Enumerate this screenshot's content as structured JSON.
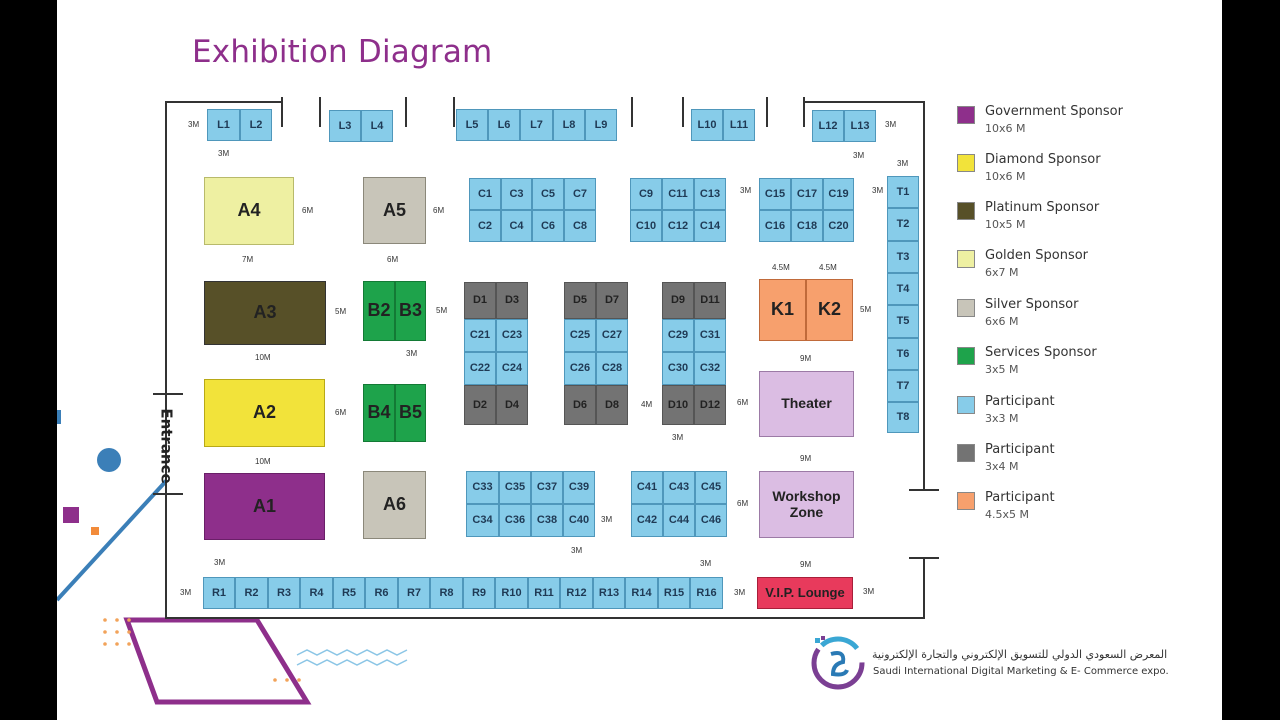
{
  "title": "Exhibition Diagram",
  "entrance": "Entrance",
  "colors": {
    "participant3x3": "#87cce9",
    "participant3x4": "#737373",
    "participant45": "#f7a06d",
    "government": "#8e2f8b",
    "diamond": "#f2e33a",
    "platinum": "#575028",
    "golden": "#eef0a2",
    "silver": "#c8c5b9",
    "services": "#1ea34b",
    "theater": "#dbbde3",
    "vip": "#e83a5c"
  },
  "booths": {
    "L": [
      "L1",
      "L2",
      "L3",
      "L4",
      "L5",
      "L6",
      "L7",
      "L8",
      "L9",
      "L10",
      "L11",
      "L12",
      "L13"
    ],
    "C_top": [
      "C1",
      "C3",
      "C5",
      "C7",
      "C2",
      "C4",
      "C6",
      "C8",
      "C9",
      "C11",
      "C13",
      "C10",
      "C12",
      "C14",
      "C15",
      "C17",
      "C19",
      "C16",
      "C18",
      "C20"
    ],
    "T": [
      "T1",
      "T2",
      "T3",
      "T4",
      "T5",
      "T6",
      "T7",
      "T8"
    ],
    "sponsors": {
      "A4": "A4",
      "A5": "A5",
      "A3": "A3",
      "A2": "A2",
      "A1": "A1",
      "A6": "A6",
      "B2": "B2",
      "B3": "B3",
      "B4": "B4",
      "B5": "B5"
    },
    "middle_col1": [
      "D1",
      "D3",
      "C21",
      "C23",
      "C22",
      "C24",
      "D2",
      "D4"
    ],
    "middle_col2": [
      "D5",
      "D7",
      "C25",
      "C27",
      "C26",
      "C28",
      "D6",
      "D8"
    ],
    "middle_col3": [
      "D9",
      "D11",
      "C29",
      "C31",
      "C30",
      "C32",
      "D10",
      "D12"
    ],
    "K": [
      "K1",
      "K2"
    ],
    "C_bottom": [
      "C33",
      "C35",
      "C37",
      "C39",
      "C34",
      "C36",
      "C38",
      "C40",
      "C41",
      "C43",
      "C45",
      "C42",
      "C44",
      "C46"
    ],
    "R": [
      "R1",
      "R2",
      "R3",
      "R4",
      "R5",
      "R6",
      "R7",
      "R8",
      "R9",
      "R10",
      "R11",
      "R12",
      "R13",
      "R14",
      "R15",
      "R16"
    ],
    "theater": "Theater",
    "workshop": "Workshop Zone",
    "vip": "V.I.P. Lounge"
  },
  "dims": [
    "3M",
    "3M",
    "3M",
    "3M",
    "3M",
    "6M",
    "7M",
    "6M",
    "6M",
    "5M",
    "10M",
    "5M",
    "3M",
    "6M",
    "10M",
    "3M",
    "4M",
    "3M",
    "4.5M",
    "4.5M",
    "5M",
    "9M",
    "6M",
    "9M",
    "6M",
    "3M",
    "3M",
    "3M",
    "9M",
    "3M",
    "3M",
    "3M",
    "3M",
    "3M"
  ],
  "legend": [
    {
      "label": "Government Sponsor",
      "size": "10x6 M",
      "color": "#8e2f8b"
    },
    {
      "label": "Diamond Sponsor",
      "size": "10x6 M",
      "color": "#f2e33a"
    },
    {
      "label": "Platinum Sponsor",
      "size": "10x5 M",
      "color": "#575028"
    },
    {
      "label": "Golden Sponsor",
      "size": "6x7 M",
      "color": "#eef0a2"
    },
    {
      "label": "Silver Sponsor",
      "size": "6x6 M",
      "color": "#c8c5b9"
    },
    {
      "label": "Services Sponsor",
      "size": "3x5 M",
      "color": "#1ea34b"
    },
    {
      "label": "Participant",
      "size": "3x3 M",
      "color": "#87cce9"
    },
    {
      "label": "Participant",
      "size": "3x4 M",
      "color": "#737373"
    },
    {
      "label": "Participant",
      "size": "4.5x5 M",
      "color": "#f7a06d"
    }
  ],
  "logo": {
    "arabic": "المعرض السعودي الدولي للتسويق الإلكتروني والتجارة الإلكترونية",
    "english": "Saudi International Digital Marketing & E- Commerce expo."
  }
}
